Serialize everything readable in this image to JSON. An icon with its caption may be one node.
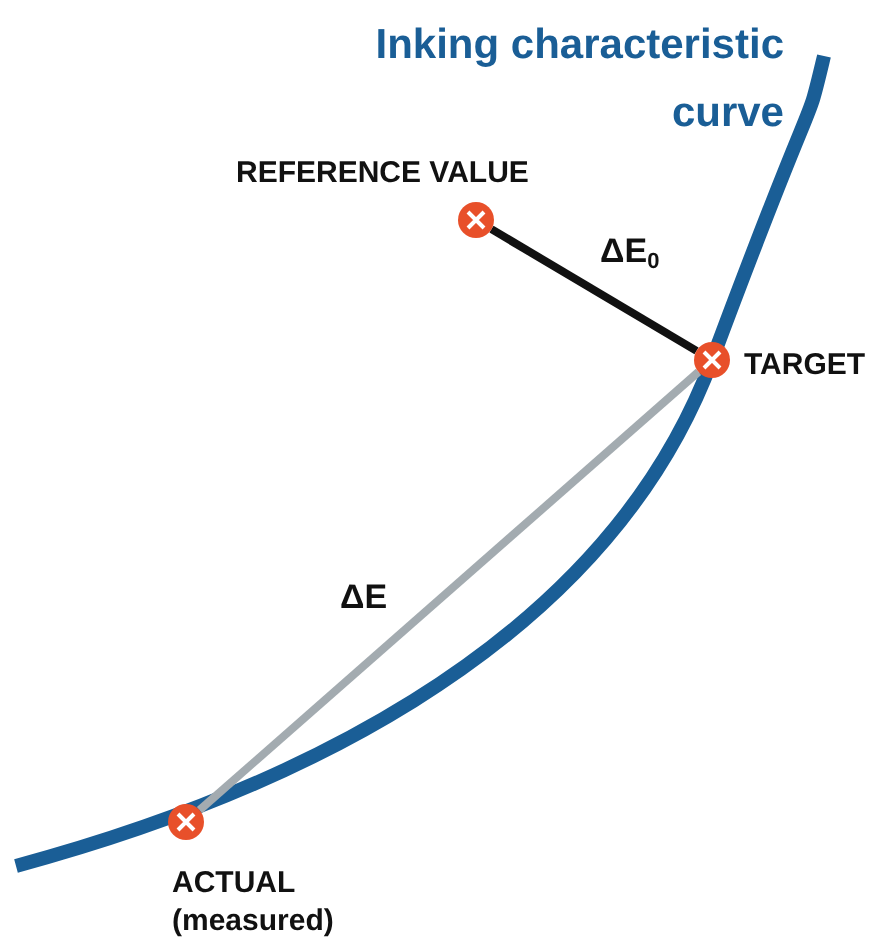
{
  "diagram": {
    "title": "Inking characteristic curve",
    "nodes": [
      {
        "text": [],
        "shape": "circle",
        "beside": [
          "REFERENCE VALUE"
        ]
      },
      {
        "text": [],
        "shape": "circle",
        "beside": [
          "TARGET"
        ]
      },
      {
        "text": [],
        "shape": "circle",
        "beside": [
          "ACTUAL (measured)"
        ]
      }
    ],
    "edges": [
      {
        "from": 0,
        "to": 1,
        "arrow": "none",
        "label": "ΔE$_{0}$",
        "color": "#111111"
      },
      {
        "from": 2,
        "to": 1,
        "arrow": "none",
        "label": "ΔE",
        "color": "#a3abb0"
      }
    ]
  }
}
